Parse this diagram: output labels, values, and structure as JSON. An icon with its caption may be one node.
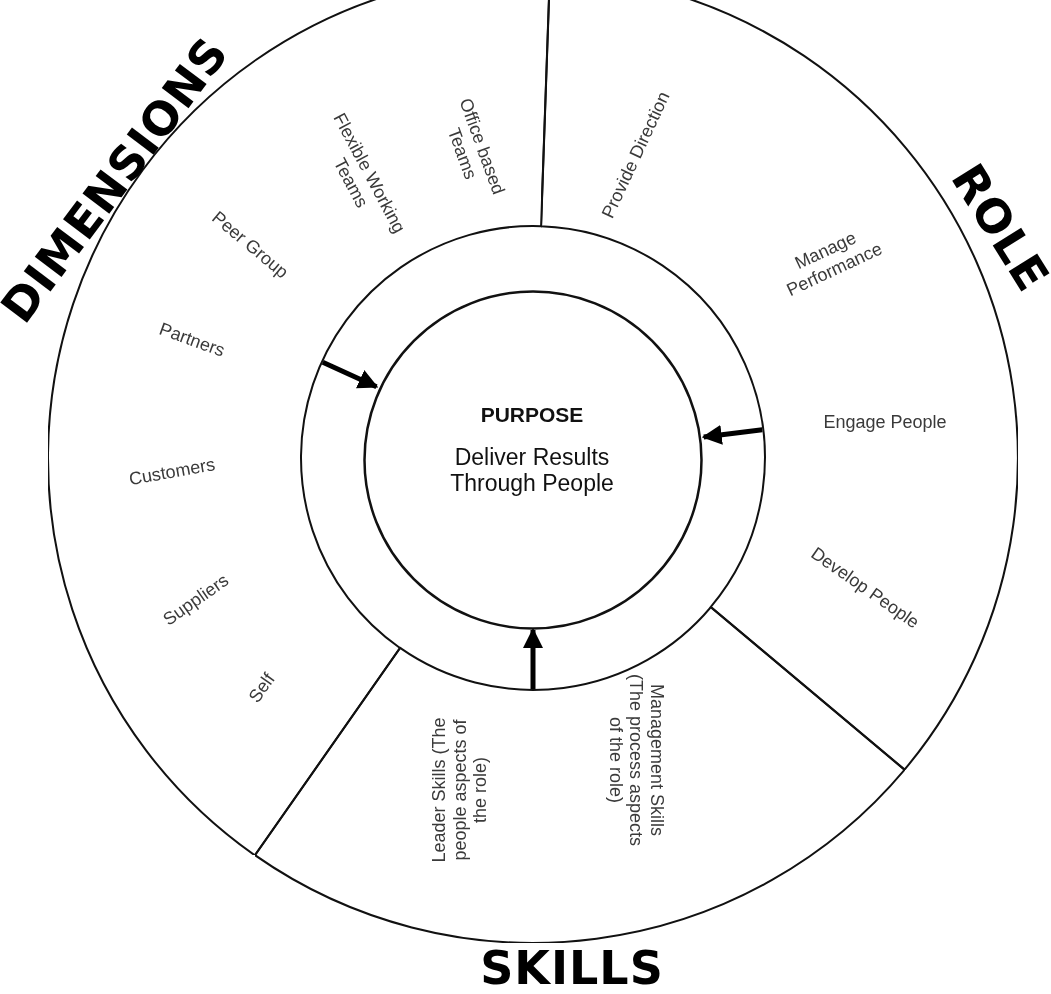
{
  "diagram": {
    "nodes": [
      {
        "text": [
          "DIMENSIONS",
          "Office based Teams",
          "Flexible Working Teams",
          "Peer Group",
          "Partners",
          "Customers",
          "Suppliers",
          "Self"
        ]
      },
      {
        "text": [
          "ROLE",
          "Provide Direction",
          "Manage Performance",
          "Engage People",
          "Develop People"
        ]
      },
      {
        "text": [
          "SKILLS",
          "Leader Skills (The people aspects of the role)",
          "Management Skills (The process aspects of the role)"
        ]
      },
      {
        "text": [
          "PURPOSE",
          "Deliver Results Through People"
        ]
      }
    ],
    "edges": [
      {
        "from": 0,
        "to": 3,
        "arrow": "to"
      },
      {
        "from": 1,
        "to": 3,
        "arrow": "to"
      },
      {
        "from": 2,
        "to": 3,
        "arrow": "to"
      }
    ]
  }
}
